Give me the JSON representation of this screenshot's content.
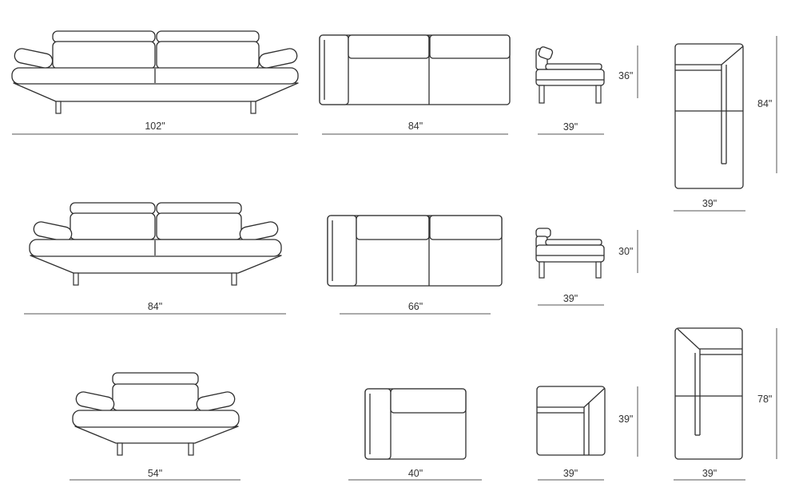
{
  "dimensions": {
    "sofa_large_width": "102\"",
    "plan_large_width": "84\"",
    "side_high_width": "39\"",
    "side_high_height": "36\"",
    "chaise_large_width": "39\"",
    "chaise_large_length": "84\"",
    "sofa_medium_width": "84\"",
    "plan_medium_width": "66\"",
    "side_low_width": "39\"",
    "side_low_height": "30\"",
    "sofa_small_width": "54\"",
    "plan_small_width": "40\"",
    "corner_width": "39\"",
    "corner_height": "39\"",
    "chaise_small_width": "39\"",
    "chaise_small_length": "78\""
  }
}
